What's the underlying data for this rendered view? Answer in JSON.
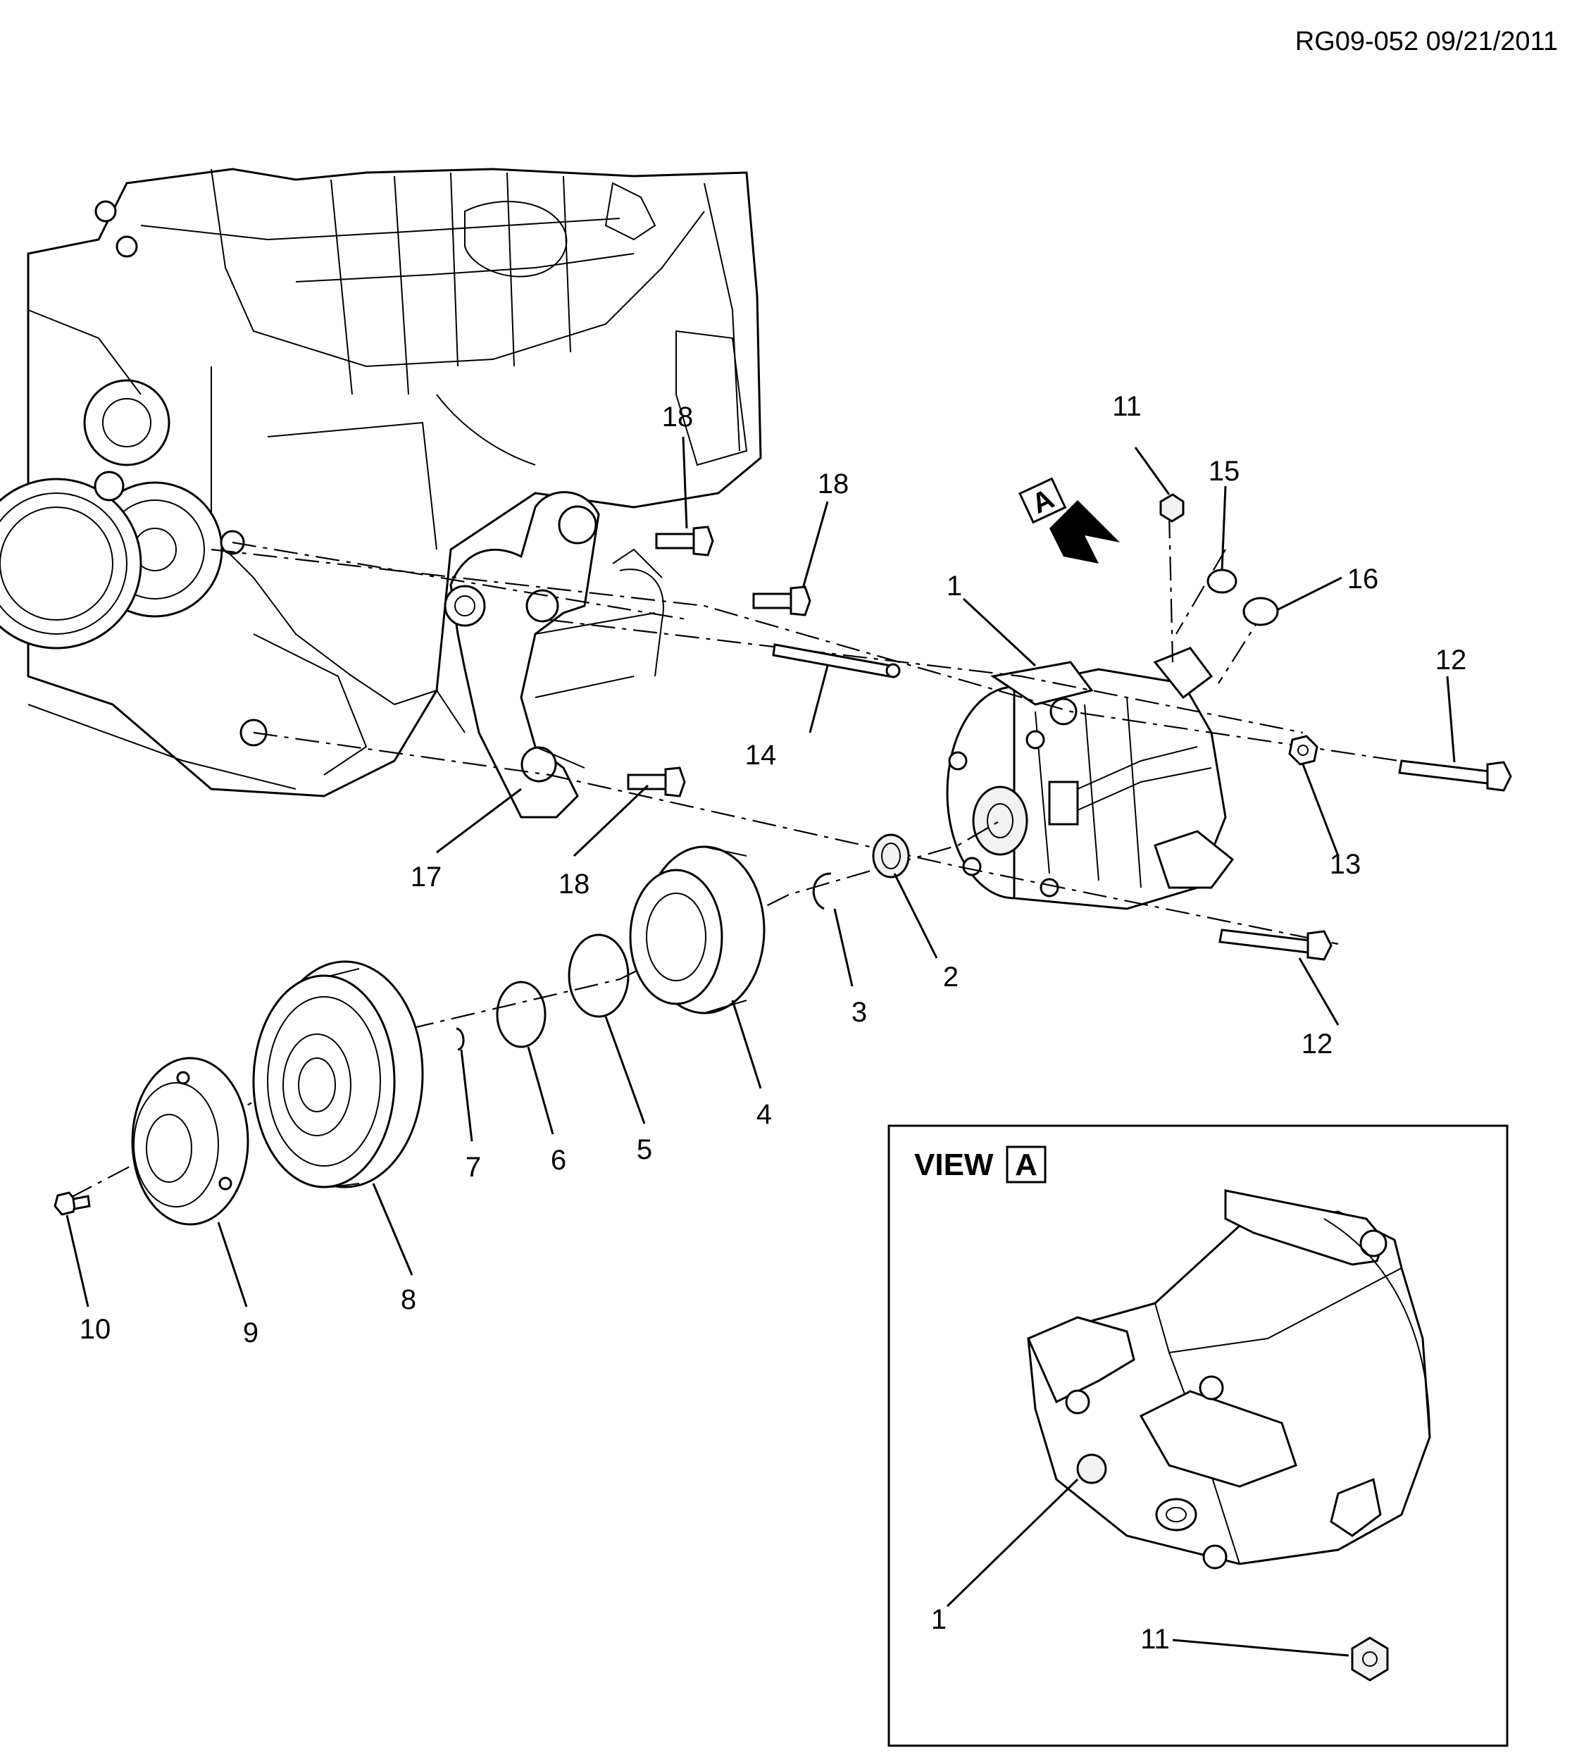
{
  "document_id": "RG09-052 09/21/2011",
  "view": {
    "label": "VIEW",
    "letter": "A",
    "callouts": [
      "1",
      "11"
    ]
  },
  "arrow_marker": "A",
  "callouts": {
    "c1": "1",
    "c2": "2",
    "c3": "3",
    "c4": "4",
    "c5": "5",
    "c6": "6",
    "c7": "7",
    "c8": "8",
    "c9": "9",
    "c10": "10",
    "c11": "11",
    "c12a": "12",
    "c12b": "12",
    "c13": "13",
    "c14": "14",
    "c15": "15",
    "c16": "16",
    "c17": "17",
    "c18a": "18",
    "c18b": "18",
    "c18c": "18"
  }
}
